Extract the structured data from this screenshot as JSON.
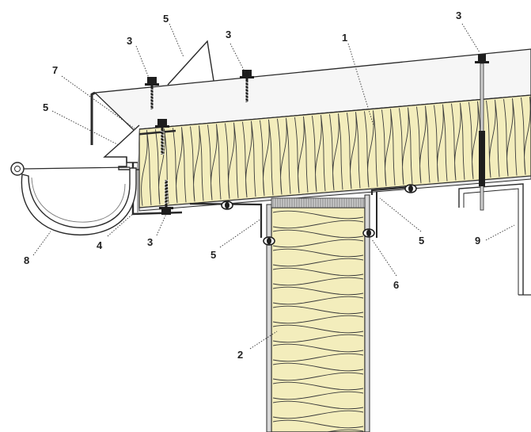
{
  "colors": {
    "insulation_fill": "#f3edbc",
    "insulation_line": "#3a3a3a",
    "metal_light": "#f4f4f4",
    "metal_dark": "#2b2b2b",
    "fastener": "#1e1e1e"
  },
  "icons": [
    "self-drilling-screw-icon",
    "rivet-icon",
    "bolt-icon"
  ],
  "callouts": {
    "c1": "1",
    "c2": "2",
    "c3a": "3",
    "c3b": "3",
    "c3c": "3",
    "c3d": "3",
    "c4": "4",
    "c5a": "5",
    "c5b": "5",
    "c5c": "5",
    "c5d": "5",
    "c6": "6",
    "c7": "7",
    "c8": "8",
    "c9": "9"
  }
}
